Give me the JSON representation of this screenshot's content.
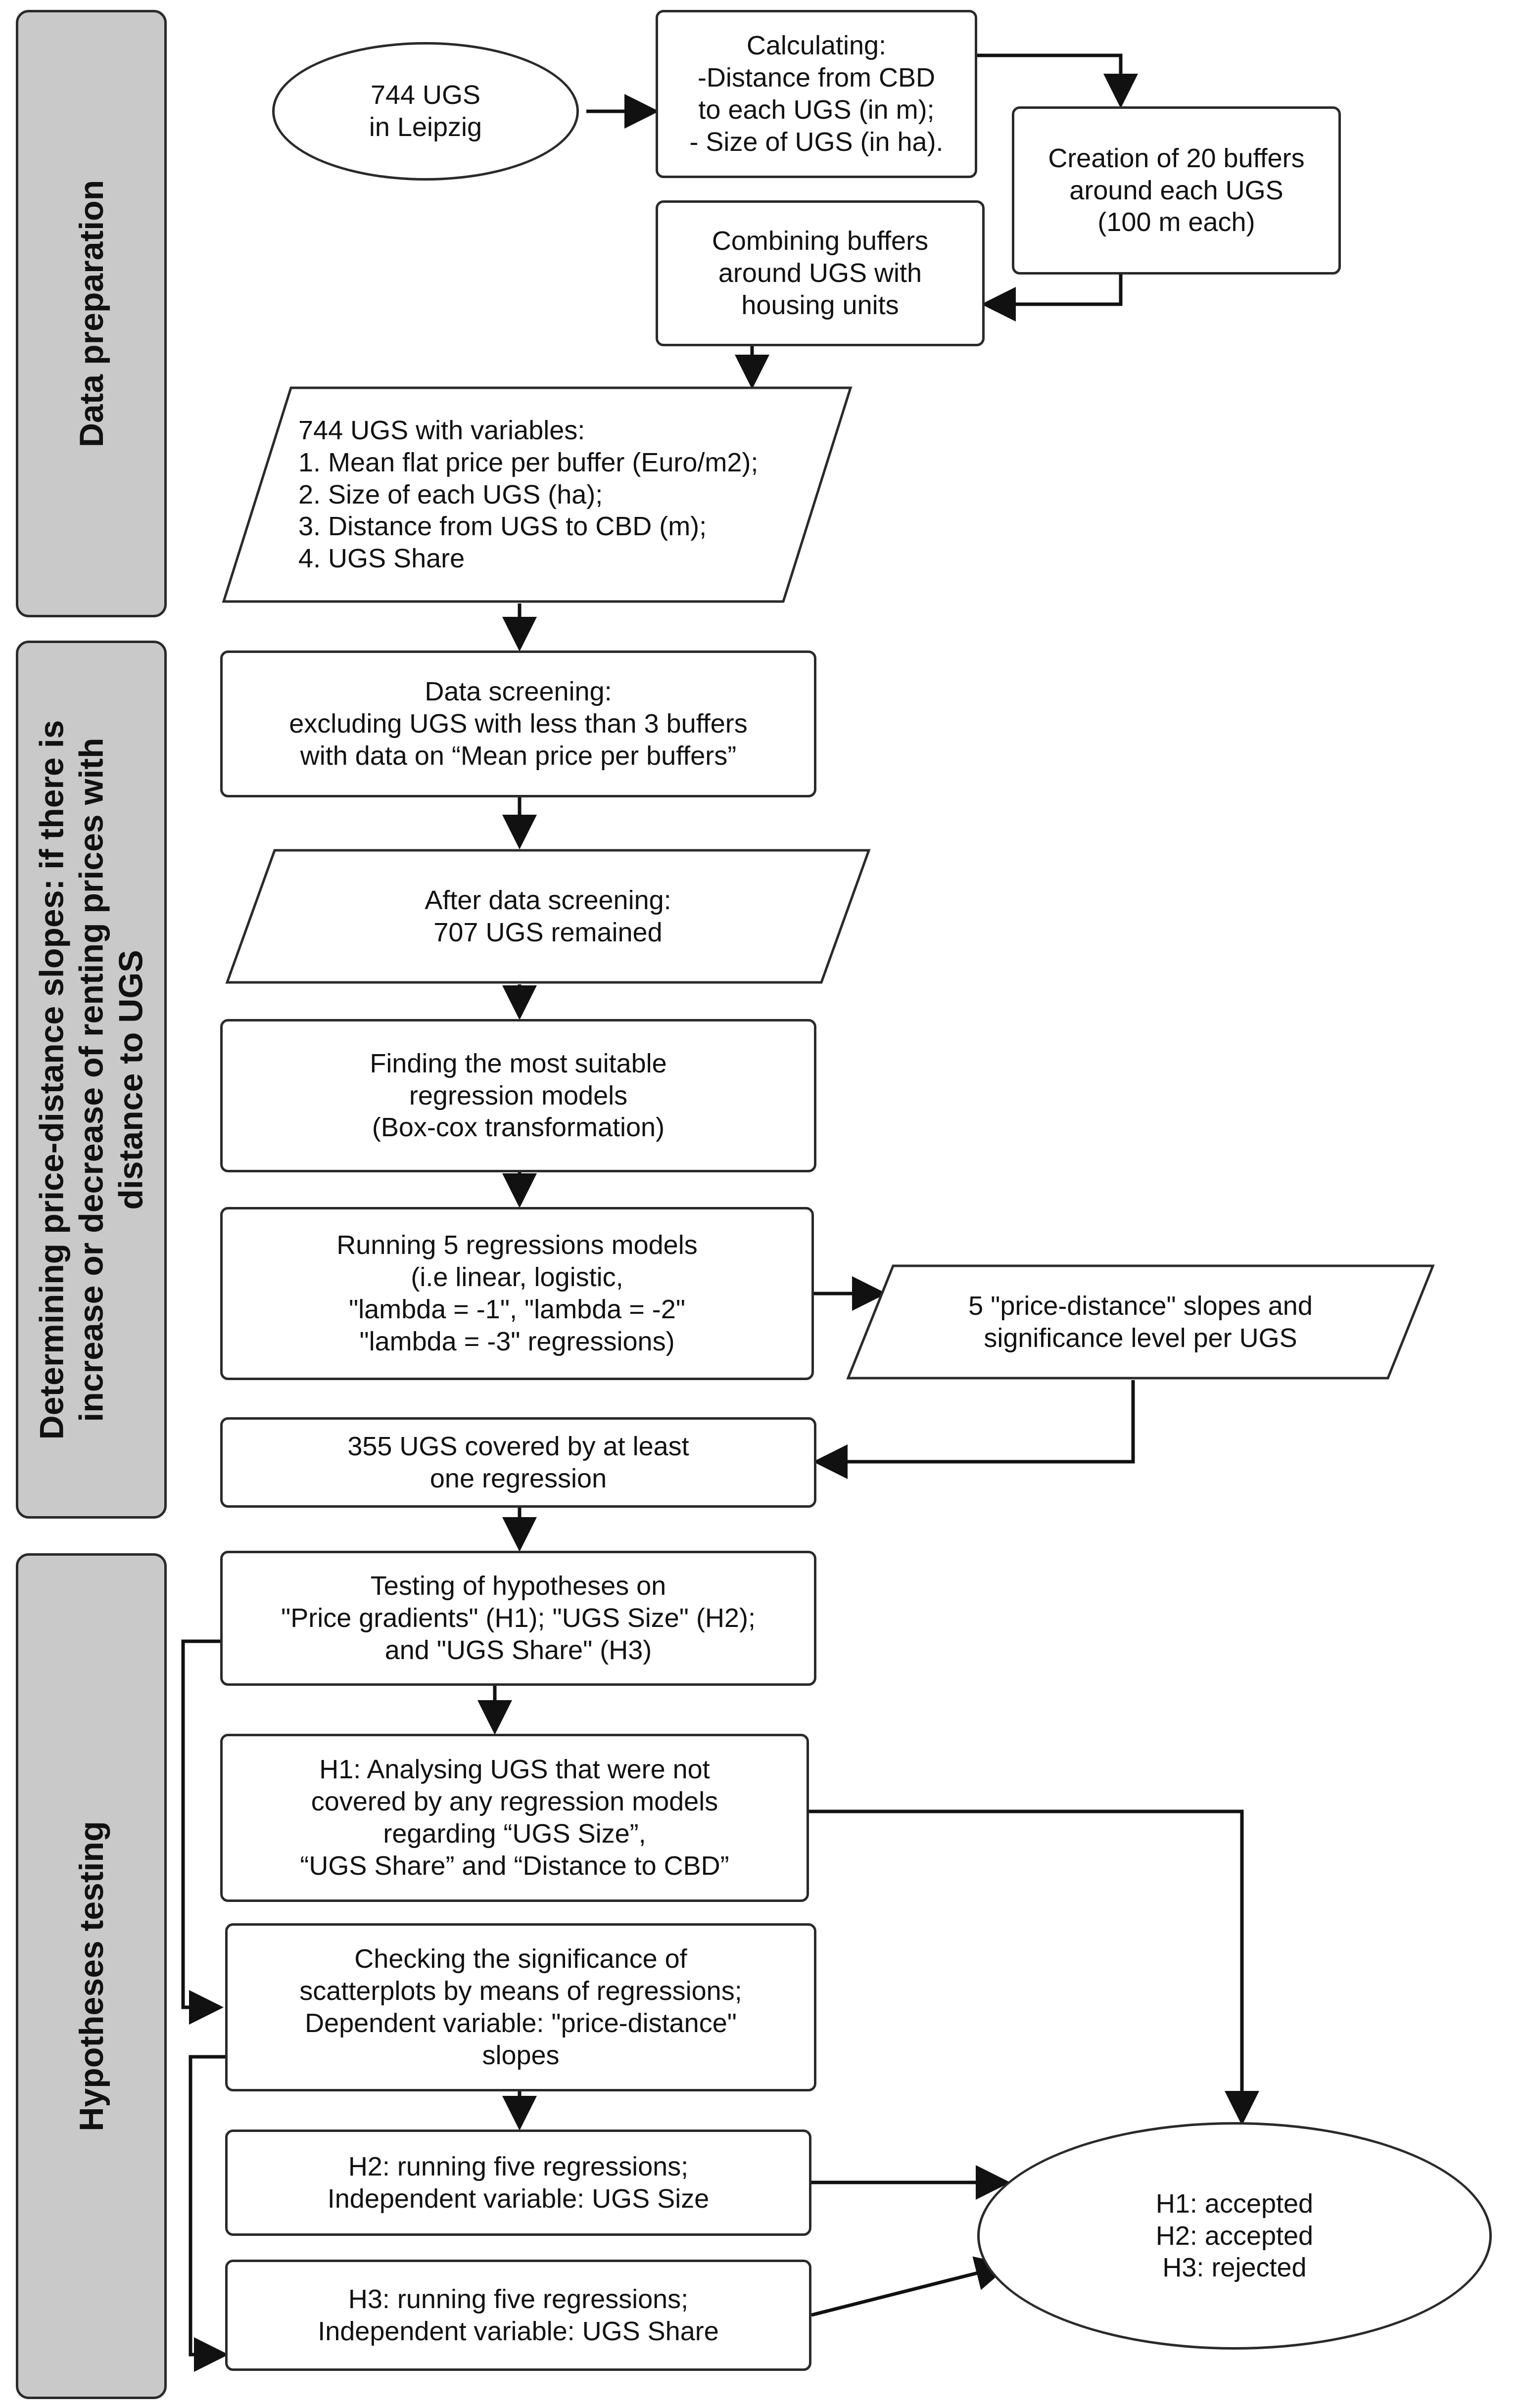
{
  "phases": {
    "prep": "Data preparation",
    "slopes": "Determining price-distance slopes: if there is\nincrease or decrease of renting prices with\ndistance to UGS",
    "hyp": "Hypotheses testing"
  },
  "nodes": {
    "ugs744": "744 UGS\nin Leipzig",
    "calc": "Calculating:\n-Distance from CBD\nto each UGS (in m);\n- Size of UGS (in ha).",
    "buffers": "Creation of 20 buffers\naround each UGS\n(100 m each)",
    "combine": "Combining buffers\naround UGS with\nhousing units",
    "variables": {
      "title": "744 UGS with variables:",
      "items": [
        "1. Mean flat price per buffer (Euro/m2);",
        "2. Size of each UGS (ha);",
        "3. Distance from UGS to CBD (m);",
        "4. UGS Share"
      ]
    },
    "screening": "Data screening:\nexcluding UGS with less than 3 buffers\nwith data on  “Mean price  per buffers”",
    "after": "After data screening:\n707 UGS remained",
    "finding": "Finding the most suitable\nregression models\n(Box-cox transformation)",
    "running": "Running 5 regressions models\n(i.e linear, logistic,\n\"lambda = -1\", \"lambda = -2\"\n\"lambda = -3\" regressions)",
    "slopes_out": "5 \"price-distance\" slopes and\nsignificance level per UGS",
    "covered": "355 UGS covered by at least\none regression",
    "testing": "Testing of hypotheses on\n\"Price gradients\" (H1); \"UGS Size\" (H2);\nand \"UGS Share\" (H3)",
    "h1analysis": "H1: Analysing UGS that were not\ncovered by any regression models\nregarding  “UGS Size”,\n“UGS Share” and “Distance to CBD”",
    "checking": "Checking the significance of\nscatterplots by means of regressions;\nDependent variable: \"price-distance\"\nslopes",
    "h2": "H2:  running five regressions;\nIndependent variable: UGS Size",
    "h3": "H3: running five regressions;\nIndependent variable: UGS Share",
    "results": "H1: accepted\nH2: accepted\nH3: rejected"
  }
}
